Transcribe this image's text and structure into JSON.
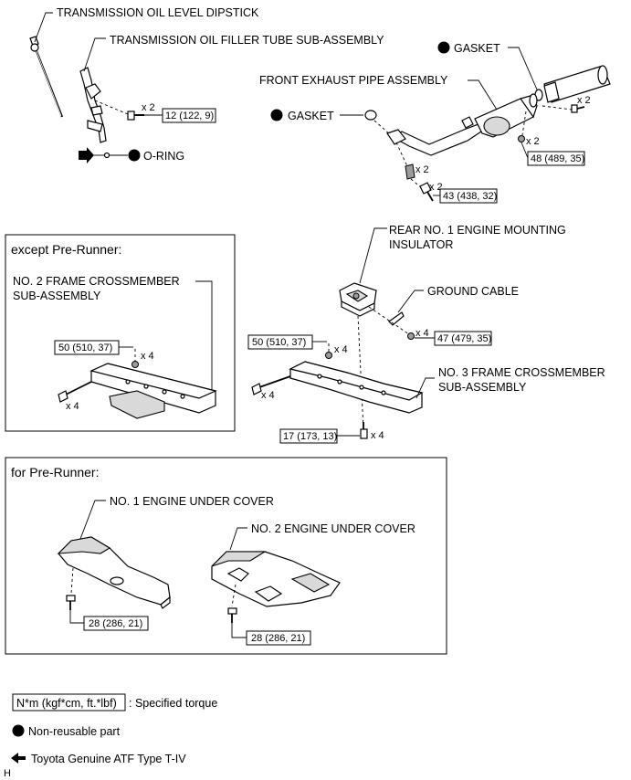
{
  "labels": {
    "dipstick": "TRANSMISSION OIL LEVEL DIPSTICK",
    "filler_tube": "TRANSMISSION OIL FILLER TUBE SUB-ASSEMBLY",
    "gasket_right": "GASKET",
    "front_exhaust": "FRONT EXHAUST PIPE ASSEMBLY",
    "gasket_left": "GASKET",
    "o_ring": "O-RING",
    "rear_mount_1": "REAR NO. 1 ENGINE MOUNTING",
    "rear_mount_2": "INSULATOR",
    "ground_cable": "GROUND CABLE",
    "no3_line1": "NO. 3 FRAME CROSSMEMBER",
    "no3_line2": "SUB-ASSEMBLY",
    "no2_line1": "NO. 2 FRAME CROSSMEMBER",
    "no2_line2": "SUB-ASSEMBLY",
    "under_cover_1": "NO. 1 ENGINE UNDER COVER",
    "under_cover_2": "NO. 2 ENGINE UNDER COVER"
  },
  "quantities": {
    "filler_bolt": "x 2",
    "gasket_right_bolt": "x 2",
    "exhaust_nut": "x 2",
    "exhaust_stud": "x 2",
    "exhaust_bolt": "x 2",
    "mount_nut": "x 4",
    "no3_nut": "x 4",
    "no3_bolt": "x 4",
    "no3_bottom": "x 4",
    "no2_nut": "x 4",
    "no2_bolt": "x 4"
  },
  "torques": {
    "filler_tube": "12 (122, 9)",
    "exhaust_right": "48 (489, 35)",
    "exhaust_bottom": "43 (438, 32)",
    "mount": "47 (479, 35)",
    "no3_top": "50 (510, 37)",
    "no3_bottom": "17 (173, 13)",
    "no2": "50 (510, 37)",
    "cover1": "28 (286, 21)",
    "cover2": "28 (286, 21)"
  },
  "panels": {
    "except_title": "except Pre-Runner:",
    "pre_runner_title": "for Pre-Runner:"
  },
  "legend": {
    "torque_box": "N*m (kgf*cm, ft.*lbf)",
    "torque_desc": ": Specified torque",
    "non_reusable": "Non-reusable part",
    "atf": "Toyota Genuine ATF Type T-IV"
  },
  "footer": {
    "code": "H"
  }
}
